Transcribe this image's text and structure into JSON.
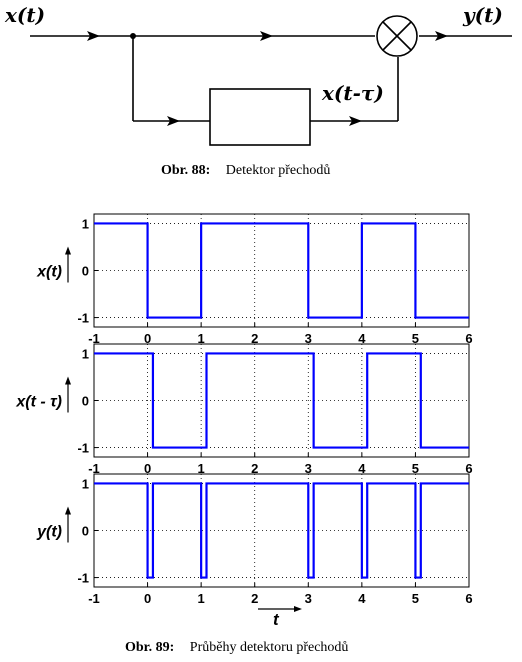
{
  "diagram": {
    "input_label": "x(t)",
    "output_label": "y(t)",
    "delay_label": "τ",
    "delayed_label": "x(t-τ)"
  },
  "captions": {
    "fig88_num": "Obr. 88:",
    "fig88_text": "Detektor přechodů",
    "fig89_num": "Obr. 89:",
    "fig89_text": "Průběhy detektoru přechodů"
  },
  "axis_t_label": "t",
  "chart_data": [
    {
      "type": "line",
      "ylabel": "x(t)",
      "xlim": [
        -1,
        6
      ],
      "ylim": [
        -1.2,
        1.2
      ],
      "xticks": [
        "-1",
        "0",
        "1",
        "2",
        "3",
        "4",
        "5",
        "6"
      ],
      "yticks": [
        "1",
        "0",
        "-1"
      ],
      "grid": true,
      "color": "#0000ff",
      "x": [
        -1,
        0,
        0,
        1,
        1,
        3,
        3,
        4,
        4,
        5,
        5,
        6
      ],
      "y": [
        1,
        1,
        -1,
        -1,
        1,
        1,
        -1,
        -1,
        1,
        1,
        -1,
        -1
      ]
    },
    {
      "type": "line",
      "ylabel": "x(t - τ)",
      "xlim": [
        -1,
        6
      ],
      "ylim": [
        -1.2,
        1.2
      ],
      "xticks": [
        "-1",
        "0",
        "1",
        "2",
        "3",
        "4",
        "5",
        "6"
      ],
      "yticks": [
        "1",
        "0",
        "-1"
      ],
      "grid": true,
      "color": "#0000ff",
      "x": [
        -1,
        0.1,
        0.1,
        1.1,
        1.1,
        3.1,
        3.1,
        4.1,
        4.1,
        5.1,
        5.1,
        6
      ],
      "y": [
        1,
        1,
        -1,
        -1,
        1,
        1,
        -1,
        -1,
        1,
        1,
        -1,
        -1
      ]
    },
    {
      "type": "line",
      "ylabel": "y(t)",
      "xlim": [
        -1,
        6
      ],
      "ylim": [
        -1.2,
        1.2
      ],
      "xticks": [
        "-1",
        "0",
        "1",
        "2",
        "3",
        "4",
        "5",
        "6"
      ],
      "yticks": [
        "1",
        "0",
        "-1"
      ],
      "grid": true,
      "color": "#0000ff",
      "x": [
        -1,
        0,
        0,
        0.1,
        0.1,
        1,
        1,
        1.1,
        1.1,
        3,
        3,
        3.1,
        3.1,
        4,
        4,
        4.1,
        4.1,
        5,
        5,
        5.1,
        5.1,
        6
      ],
      "y": [
        1,
        1,
        -1,
        -1,
        1,
        1,
        -1,
        -1,
        1,
        1,
        -1,
        -1,
        1,
        1,
        -1,
        -1,
        1,
        1,
        -1,
        -1,
        1,
        1
      ]
    }
  ]
}
